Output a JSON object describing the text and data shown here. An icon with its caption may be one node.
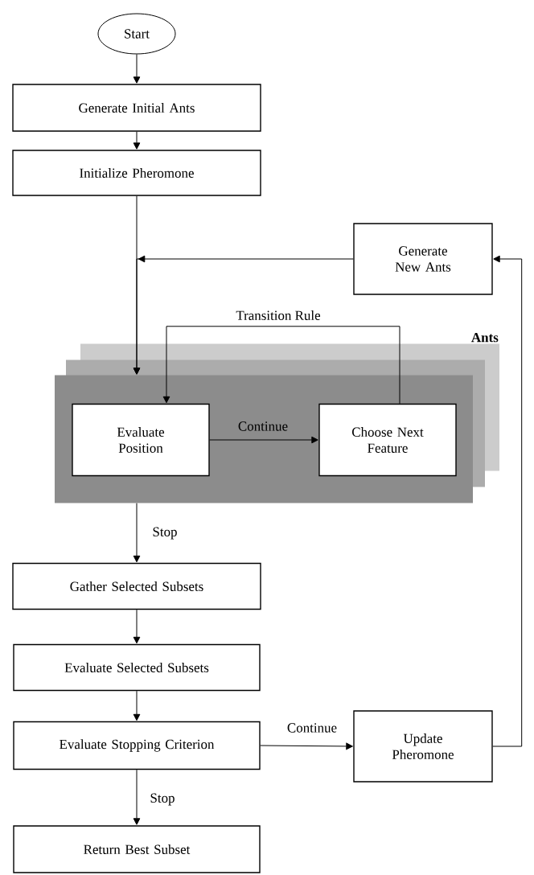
{
  "diagram": {
    "nodes": [
      {
        "text": [
          "Start"
        ]
      },
      {
        "text": [
          "Generate Initial Ants"
        ]
      },
      {
        "text": [
          "Initialize Pheromone"
        ]
      },
      {
        "text": [
          "Generate New Ants"
        ]
      },
      {
        "text": [
          "Ants"
        ]
      },
      {
        "text": [
          "Evaluate Position"
        ],
        "in": 4
      },
      {
        "text": [
          "Choose Next Feature"
        ],
        "in": 4
      },
      {
        "text": [
          "Gather Selected Subsets"
        ]
      },
      {
        "text": [
          "Evaluate Selected Subsets"
        ]
      },
      {
        "text": [
          "Evaluate Stopping Criterion"
        ]
      },
      {
        "text": [
          "Update Pheromone"
        ]
      },
      {
        "text": [
          "Return Best Subset"
        ]
      }
    ],
    "edges": [
      {
        "from": 0,
        "to": 1,
        "arrow": "to"
      },
      {
        "from": 1,
        "to": 2,
        "arrow": "to"
      },
      {
        "from": 2,
        "to": 4,
        "arrow": "to"
      },
      {
        "from": 3,
        "to": 4,
        "arrow": "to"
      },
      {
        "from": 5,
        "to": 6,
        "arrow": "to",
        "label": "Continue"
      },
      {
        "from": 6,
        "to": 5,
        "arrow": "to",
        "label": "Transition Rule"
      },
      {
        "from": 4,
        "to": 7,
        "arrow": "to",
        "label": "Stop"
      },
      {
        "from": 7,
        "to": 8,
        "arrow": "to"
      },
      {
        "from": 8,
        "to": 9,
        "arrow": "to"
      },
      {
        "from": 9,
        "to": 10,
        "arrow": "to",
        "label": "Continue"
      },
      {
        "from": 9,
        "to": 11,
        "arrow": "to",
        "label": "Stop"
      },
      {
        "from": 10,
        "to": 3,
        "arrow": "to"
      }
    ]
  }
}
